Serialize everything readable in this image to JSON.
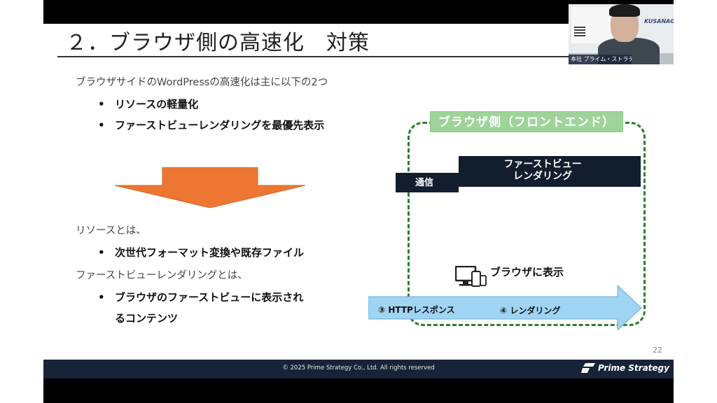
{
  "slide": {
    "title": "２．ブラウザ側の高速化　対策",
    "intro": "ブラウザサイドのWordPressの高速化は主に以下の2つ",
    "bullets": [
      "リソースの軽量化",
      "ファーストビューレンダリングを最優先表示"
    ],
    "resource_heading": "リソースとは、",
    "resource_bullet": "次世代フォーマット変換や既存ファイル",
    "fv_heading": "ファーストビューレンダリングとは、",
    "fv_bullet_line1": "ブラウザのファーストビューに表示され",
    "fv_bullet_line2": "るコンテンツ",
    "bullet_mark": "•",
    "diagram": {
      "frontend_label": "ブラウザ側（フロントエンド）",
      "comm_label": "通信",
      "fv_label_line1": "ファーストビュー",
      "fv_label_line2": "レンダリング",
      "browser_display": "ブラウザに表示",
      "http_response": "③ HTTPレスポンス",
      "rendering": "④ レンダリング"
    },
    "page_number": "22",
    "copyright": "© 2025 Prime Strategy Co., Ltd. All rights reserved",
    "brand": "Prime Strategy"
  },
  "webcam": {
    "brand_text": "KUSANAGI",
    "name_tag": "本社 プライム・ストラテ..."
  },
  "colors": {
    "orange_arrow": "#ee7633",
    "navy": "#121d2e",
    "green_label": "#9ed49a",
    "dashed_green": "#2e7d32",
    "blue_arrow": "#9fd4f2"
  }
}
